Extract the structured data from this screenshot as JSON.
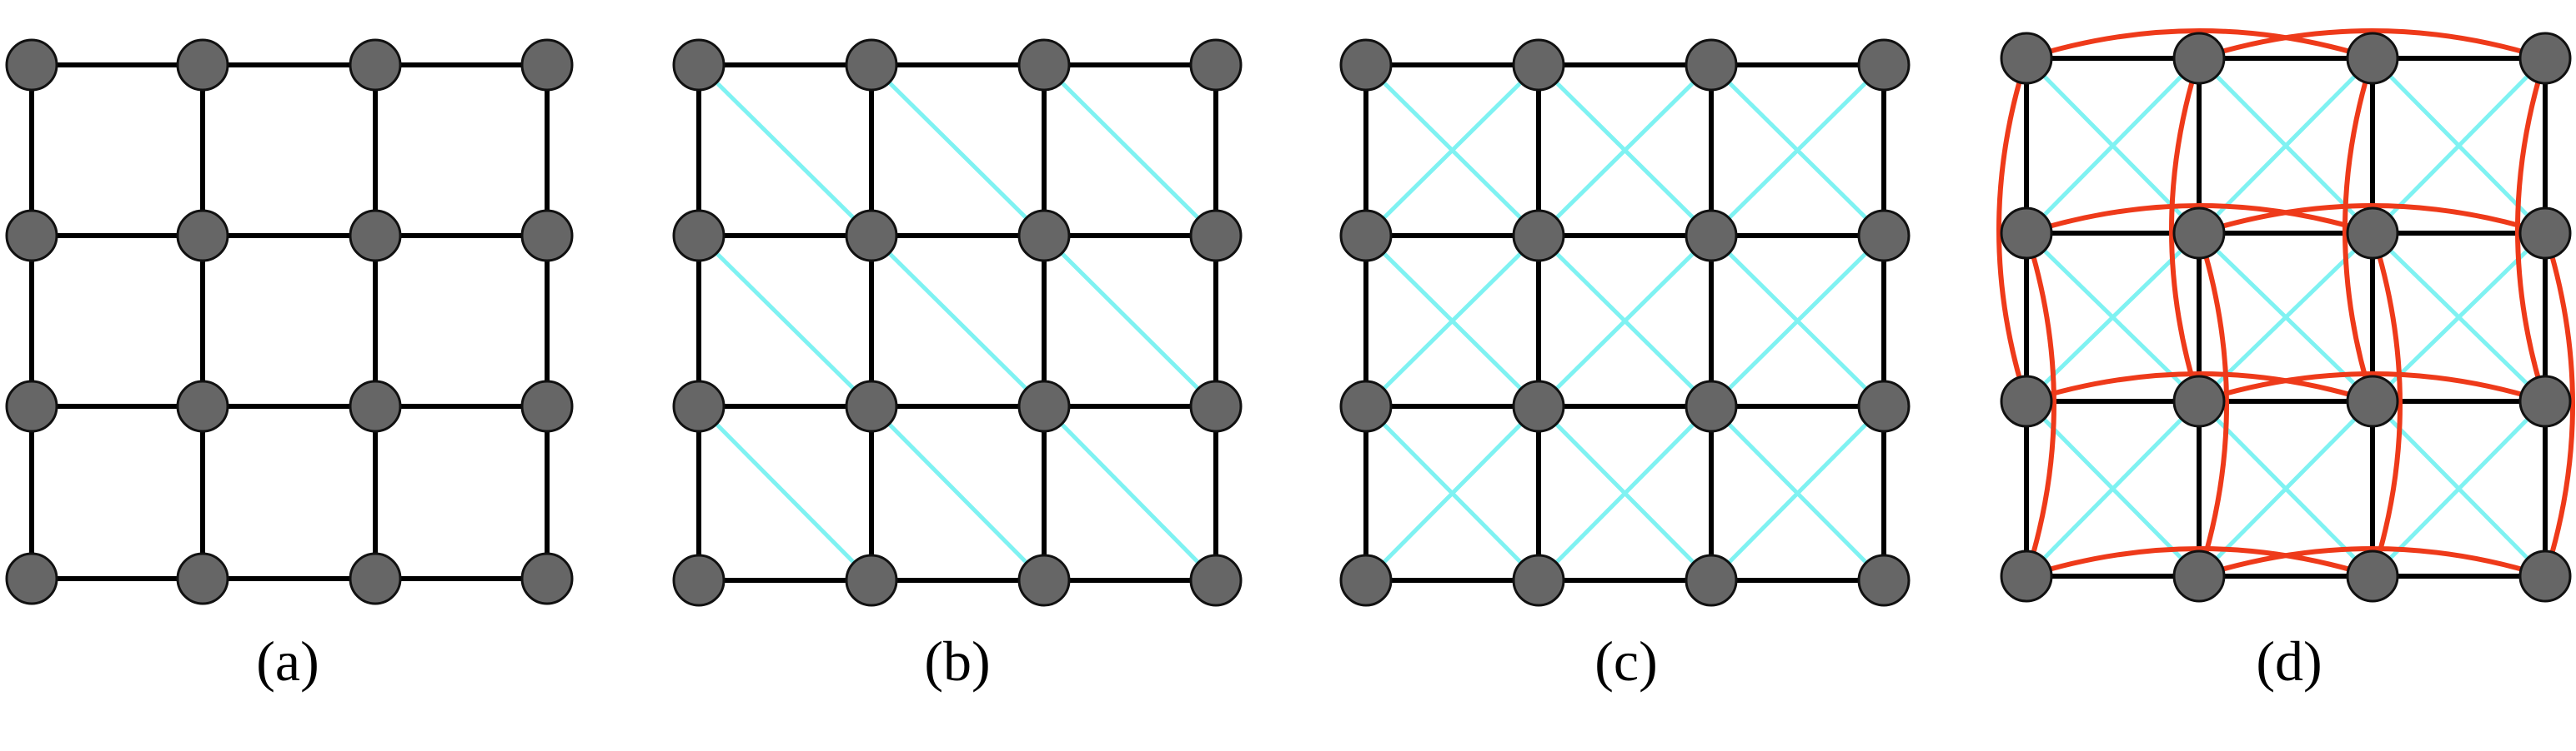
{
  "panels": [
    {
      "id": "a",
      "caption": "(a)",
      "grid": "4x4",
      "edges": [
        "nearest-neighbor"
      ]
    },
    {
      "id": "b",
      "caption": "(b)",
      "grid": "4x4",
      "edges": [
        "nearest-neighbor",
        "diagonal-one-direction"
      ]
    },
    {
      "id": "c",
      "caption": "(c)",
      "grid": "4x4",
      "edges": [
        "nearest-neighbor",
        "diagonal-both-directions"
      ]
    },
    {
      "id": "d",
      "caption": "(d)",
      "grid": "4x4",
      "edges": [
        "nearest-neighbor",
        "diagonal-both-directions",
        "next-nearest-neighbor-curved"
      ]
    }
  ],
  "colors": {
    "node_fill": "#666666",
    "node_stroke": "#111111",
    "grid_edge": "#000000",
    "diagonal_edge": "#7ff2f2",
    "long_edge": "#ee3a1a"
  }
}
